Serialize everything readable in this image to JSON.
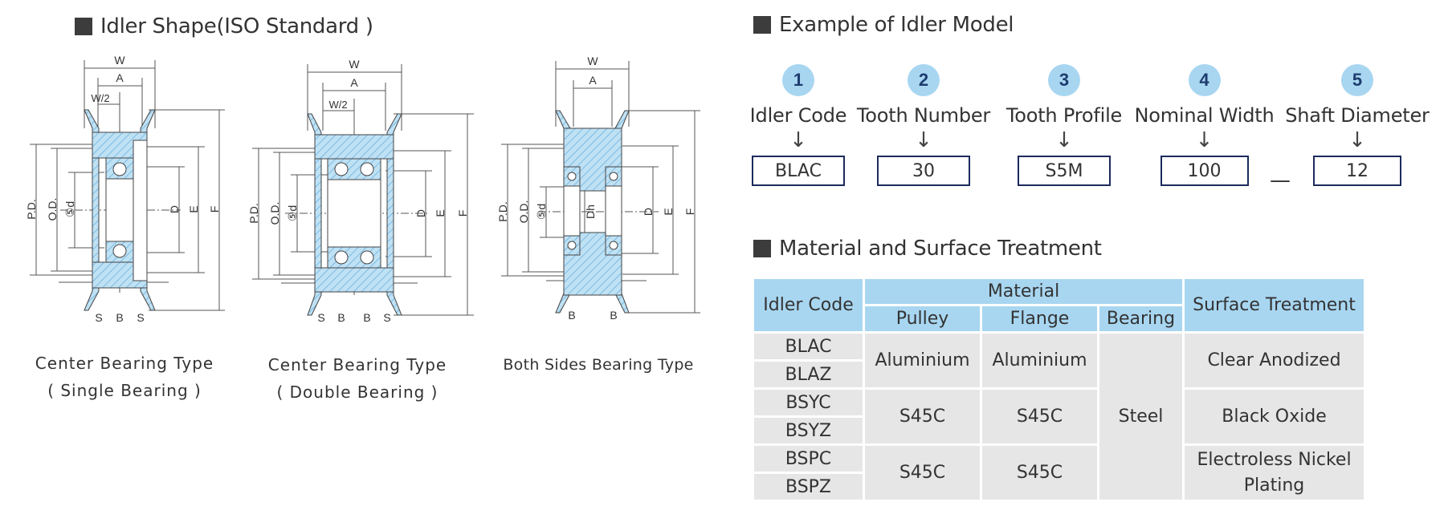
{
  "left_title": "Idler Shape(ISO Standard )",
  "drawings": {
    "d1": {
      "labels": {
        "w": "W",
        "a": "A",
        "w2": "W/2",
        "pd": "P.D.",
        "od": "O.D.",
        "d5": "⑤d",
        "d": "D",
        "e": "E",
        "f": "F",
        "s1": "S",
        "b": "B",
        "s2": "S"
      }
    },
    "d2": {
      "labels": {
        "w": "W",
        "a": "A",
        "w2": "W/2",
        "pd": "P.D.",
        "od": "O.D.",
        "d5": "⑤d",
        "d": "D",
        "e": "E",
        "f": "F",
        "s1": "S",
        "b1": "B",
        "b2": "B",
        "s2": "S"
      }
    },
    "d3": {
      "labels": {
        "w": "W",
        "a": "A",
        "pd": "P.D.",
        "od": "O.D.",
        "d5": "⑤d",
        "dh": "Dh",
        "d": "D",
        "e": "E",
        "f": "F",
        "b1": "B",
        "b2": "B"
      }
    }
  },
  "captions": {
    "c1_line1": "Center Bearing Type",
    "c1_line2": "( Single Bearing )",
    "c2_line1": "Center Bearing Type",
    "c2_line2": "( Double Bearing )",
    "c3_line1": "Both Sides Bearing Type"
  },
  "model_title": "Example of Idler Model",
  "model": [
    {
      "num": "1",
      "label": "Idler Code",
      "value": "BLAC"
    },
    {
      "num": "2",
      "label": "Tooth Number",
      "value": "30"
    },
    {
      "num": "3",
      "label": "Tooth Profile",
      "value": "S5M"
    },
    {
      "num": "4",
      "label": "Nominal Width",
      "value": "100"
    },
    {
      "num": "5",
      "label": "Shaft Diameter",
      "value": "12"
    }
  ],
  "arrow": "↓",
  "dash": "—",
  "material_title": "Material and Surface Treatment",
  "material_table": {
    "h_code": "Idler Code",
    "h_material": "Material",
    "h_surface": "Surface Treatment",
    "h_pulley": "Pulley",
    "h_flange": "Flange",
    "h_bearing": "Bearing",
    "rows": [
      "BLAC",
      "BLAZ",
      "BSYC",
      "BSYZ",
      "BSPC",
      "BSPZ"
    ],
    "g1_pulley": "Aluminium",
    "g1_flange": "Aluminium",
    "g2_pulley": "S45C",
    "g2_flange": "S45C",
    "g3_pulley": "S45C",
    "g3_flange": "S45C",
    "bearing": "Steel",
    "s1": "Clear Anodized",
    "s2": "Black Oxide",
    "s3_line1": "Electroless Nickel",
    "s3_line2": "Plating"
  },
  "colors": {
    "hatch_fill": "#bfe1f4",
    "hatch_line": "#5aa7d8",
    "header_bg": "#a8d6f1",
    "body_bg": "#e6e6e6",
    "box_border": "#1c2a5c"
  }
}
